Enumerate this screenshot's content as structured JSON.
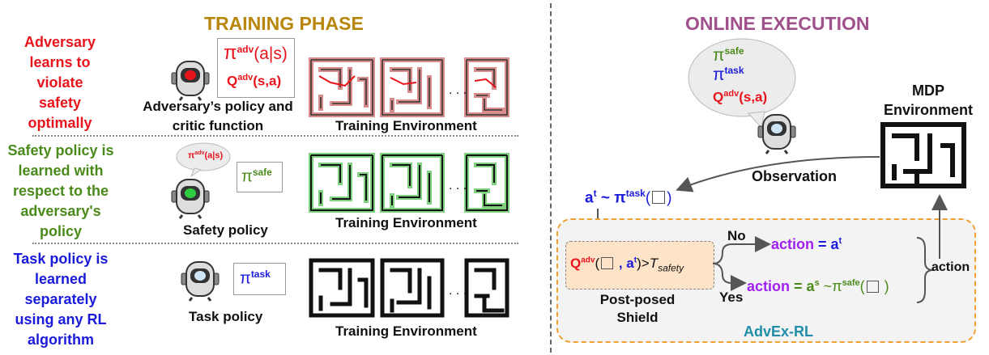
{
  "training": {
    "title": "TRAINING PHASE",
    "rows": [
      {
        "side_text": [
          "Adversary",
          "learns to",
          "violate",
          "safety",
          "optimally"
        ],
        "policy_box": [
          "π",
          "adv",
          "(a|s)",
          "Q",
          "adv",
          "(s,a)"
        ],
        "caption": [
          "Adversary’s policy and",
          "critic function"
        ],
        "env_label": "Training Environment"
      },
      {
        "side_text": [
          "Safety policy is",
          "learned with",
          "respect to the",
          "adversary's",
          "policy"
        ],
        "bubble": [
          "π",
          "adv",
          "(a|s)"
        ],
        "policy_box": [
          "π",
          "safe"
        ],
        "caption": [
          "Safety policy"
        ],
        "env_label": "Training Environment"
      },
      {
        "side_text": [
          "Task policy is",
          "learned",
          "separately",
          "using any RL",
          "algorithm"
        ],
        "policy_box": [
          "π",
          "task"
        ],
        "caption": [
          "Task policy"
        ],
        "env_label": "Training Environment"
      }
    ],
    "ellipsis": ". . ."
  },
  "online": {
    "title": "ONLINE EXECUTION",
    "bubble": [
      "π",
      "safe",
      "π",
      "task",
      "Q",
      "adv",
      "(s,a)"
    ],
    "mdp_label": [
      "MDP",
      "Environment"
    ],
    "observation": "Observation",
    "task_action": [
      "a",
      "t",
      " ~ π",
      "task",
      "("
    ],
    "shield_expr": [
      "Q",
      "adv",
      "(",
      " , a",
      "t",
      ")>",
      "T",
      "safety"
    ],
    "shield_label": [
      "Post-posed",
      "Shield"
    ],
    "no_label": "No",
    "yes_label": "Yes",
    "action_no": [
      "action",
      " = a",
      "t"
    ],
    "action_yes": [
      "action",
      " = a",
      "s",
      " ~π",
      "safe",
      "(",
      " )"
    ],
    "action_out": "action",
    "framework": "AdvEx-RL"
  },
  "colors": {
    "gold": "#b8860b",
    "purple": "#a0508a",
    "red": "#e8141c",
    "green": "#4a8a1a",
    "blue": "#1a1adb",
    "violet": "#a020f0",
    "teal": "#1f8ea6",
    "orange": "#f0a030"
  }
}
